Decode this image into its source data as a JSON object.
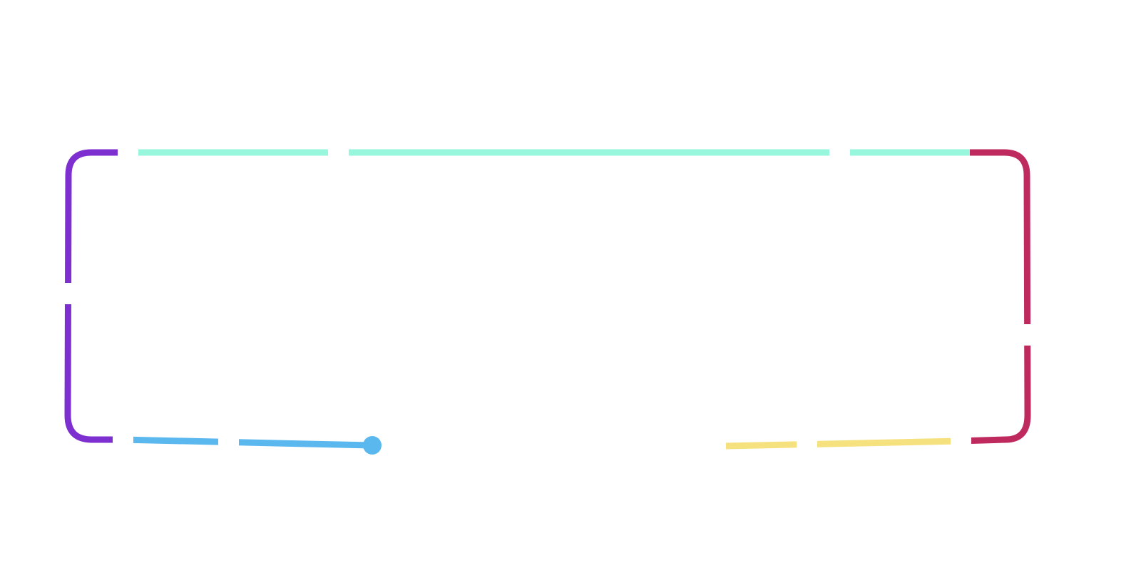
{
  "diagram": {
    "type": "progress-path",
    "shape": "rounded-rectangle",
    "segments": [
      {
        "name": "purple",
        "color": "#7E2FD0"
      },
      {
        "name": "mint",
        "color": "#96F7DC"
      },
      {
        "name": "crimson",
        "color": "#BF2A5E"
      },
      {
        "name": "yellow",
        "color": "#F6E17F"
      },
      {
        "name": "sky",
        "color": "#5BB8EF"
      }
    ],
    "end_marker_color": "#5BB8EF",
    "gap_color": "#FFFFFF"
  }
}
